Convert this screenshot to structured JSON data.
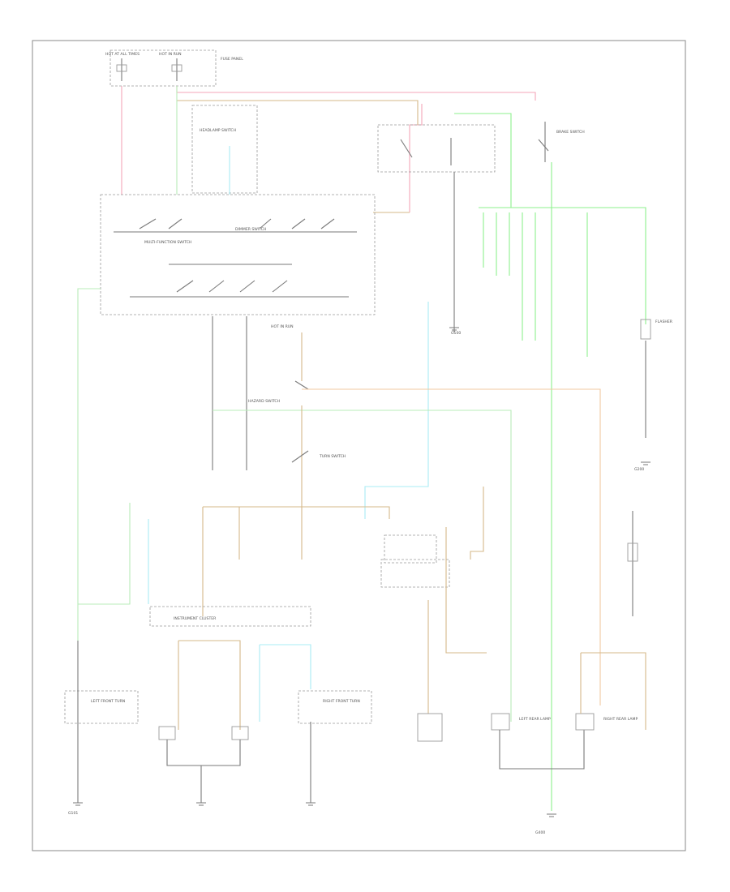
{
  "diagram": {
    "footer_code": "",
    "labels": [
      {
        "id": "hot-at-all-times",
        "text": "HOT AT ALL TIMES"
      },
      {
        "id": "hot-in-run",
        "text": "HOT IN RUN"
      },
      {
        "id": "headlamp-switch",
        "text": "HEADLAMP SWITCH"
      },
      {
        "id": "multi-function-switch",
        "text": "MULTI-FUNCTION SWITCH"
      },
      {
        "id": "dimmer-switch",
        "text": "DIMMER SWITCH"
      },
      {
        "id": "hazard-switch",
        "text": "HAZARD SWITCH"
      },
      {
        "id": "turn-switch",
        "text": "TURN SWITCH"
      },
      {
        "id": "flasher",
        "text": "FLASHER"
      },
      {
        "id": "fuse-panel",
        "text": "FUSE PANEL"
      },
      {
        "id": "instrument-cluster",
        "text": "INSTRUMENT CLUSTER"
      },
      {
        "id": "left-front-turn",
        "text": "LEFT FRONT TURN"
      },
      {
        "id": "right-front-turn",
        "text": "RIGHT FRONT TURN"
      },
      {
        "id": "left-rear-lamp",
        "text": "LEFT REAR LAMP"
      },
      {
        "id": "right-rear-lamp",
        "text": "RIGHT REAR LAMP"
      },
      {
        "id": "brake-switch",
        "text": "BRAKE SWITCH"
      },
      {
        "id": "g100",
        "text": "G100"
      },
      {
        "id": "g101",
        "text": "G101"
      },
      {
        "id": "g200",
        "text": "G200"
      },
      {
        "id": "g400",
        "text": "G400"
      }
    ]
  }
}
